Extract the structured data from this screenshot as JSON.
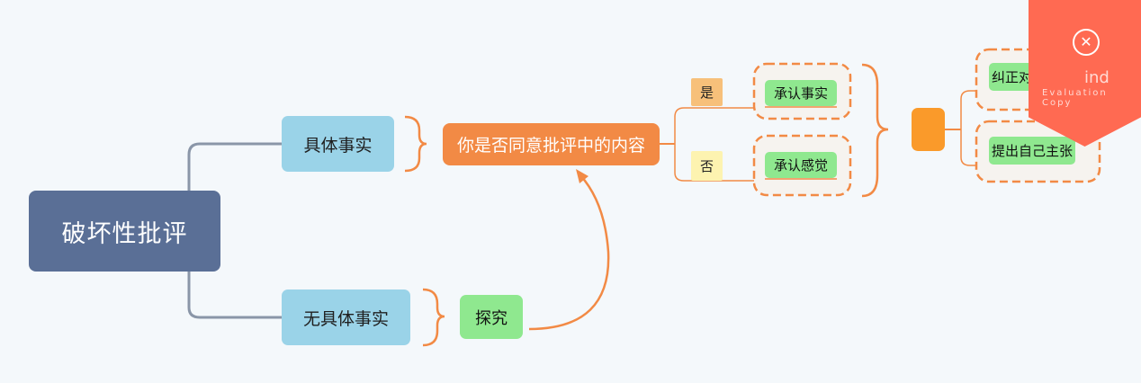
{
  "mindmap": {
    "root": "破坏性批评",
    "branch_specific": "具体事实",
    "branch_nonspecific": "无具体事实",
    "question": "你是否同意批评中的内容",
    "explore": "探究",
    "yes_tag": "是",
    "no_tag": "否",
    "admit_fact": "承认事实",
    "admit_feeling": "承认感觉",
    "blank_topic": "",
    "correct_error": "纠正对方错误",
    "propose_own": "提出自己主张"
  },
  "watermark": {
    "logo_icon": "xmind-logo-icon",
    "brand_text": "ind",
    "edition_text": "Evaluation Copy"
  },
  "colors": {
    "root": "#5a6f96",
    "topic_blue": "#9ad3e8",
    "topic_orange": "#f28a45",
    "topic_green": "#8fe88f",
    "connector": "#f28a45",
    "root_connector": "#8a96a8",
    "watermark": "#ff6a52"
  }
}
